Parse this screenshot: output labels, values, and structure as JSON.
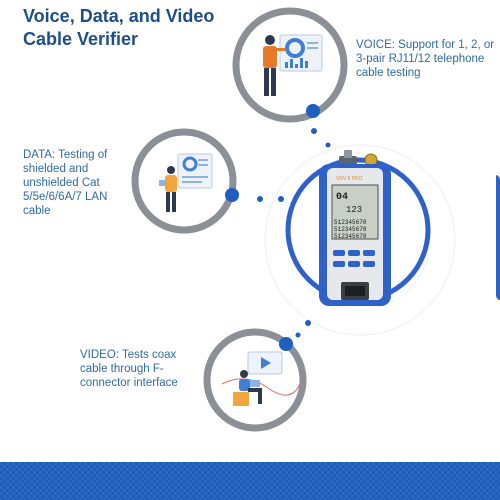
{
  "title": "Voice, Data, and Video Cable Verifier",
  "sections": {
    "voice": {
      "text": "VOICE: Support for 1, 2, or 3-pair RJ11/12 telephone cable testing"
    },
    "data": {
      "text": "DATA: Testing of shielded and unshielded Cat 5/5e/6/6A/7 LAN cable"
    },
    "video": {
      "text": "VIDEO: Tests coax cable through F-connector interface"
    }
  },
  "device": {
    "brand": "VDV II PRO",
    "display_line_1": "04",
    "display_line_2": "123",
    "display_line_3": "512345678",
    "display_line_4": "512345678",
    "display_line_5": "512345678"
  },
  "colors": {
    "title": "#1e4d8c",
    "text": "#2f6aa6",
    "ring_gray": "#8a9096",
    "accent_blue": "#1e5fbf",
    "device_blue": "#2f62c9",
    "bottom_band": "#1f5cb8"
  }
}
